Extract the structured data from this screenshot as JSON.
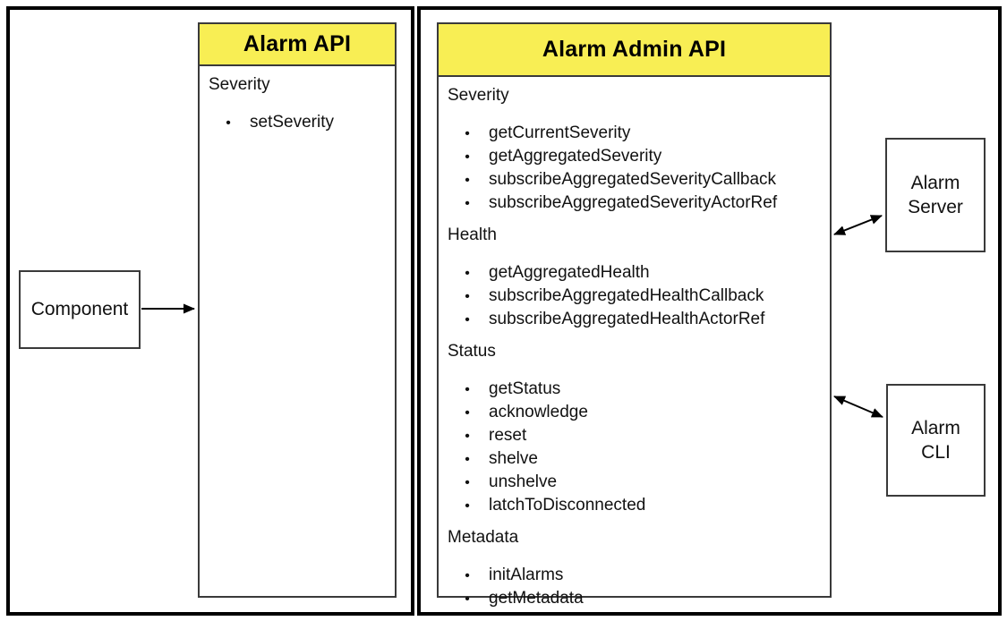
{
  "bullet_glyph": "•",
  "colors": {
    "header_bg": "#F8EE54",
    "inner_box_border": "#3a3a3a",
    "outer_border": "#000000",
    "text": "#111111"
  },
  "alarm_api": {
    "title": "Alarm API",
    "sections": [
      {
        "label": "Severity",
        "items": [
          "setSeverity"
        ]
      }
    ]
  },
  "alarm_admin_api": {
    "title": "Alarm Admin API",
    "sections": [
      {
        "label": "Severity",
        "items": [
          "getCurrentSeverity",
          "getAggregatedSeverity",
          "subscribeAggregatedSeverityCallback",
          "subscribeAggregatedSeverityActorRef"
        ]
      },
      {
        "label": "Health",
        "items": [
          "getAggregatedHealth",
          "subscribeAggregatedHealthCallback",
          "subscribeAggregatedHealthActorRef"
        ]
      },
      {
        "label": "Status",
        "items": [
          "getStatus",
          "acknowledge",
          "reset",
          "shelve",
          "unshelve",
          "latchToDisconnected"
        ]
      },
      {
        "label": "Metadata",
        "items": [
          "initAlarms",
          "getMetadata"
        ]
      }
    ]
  },
  "nodes": {
    "component": {
      "label": "Component"
    },
    "alarm_server": {
      "label": "Alarm\nServer"
    },
    "alarm_cli": {
      "label": "Alarm\nCLI"
    }
  }
}
